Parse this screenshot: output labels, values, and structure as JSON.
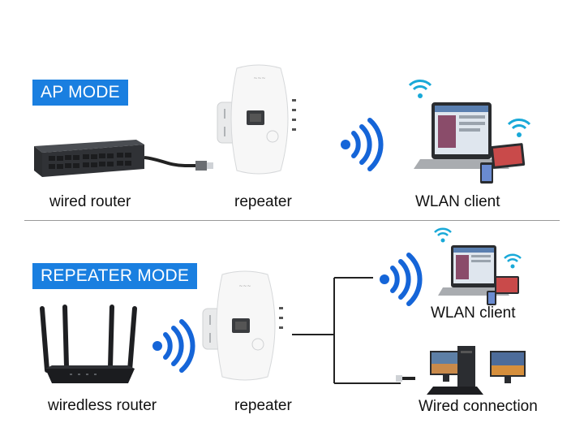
{
  "ap_mode": {
    "label": "AP MODE",
    "items": {
      "left": "wired router",
      "middle": "repeater",
      "right": "WLAN client"
    }
  },
  "repeater_mode": {
    "label": "REPEATER MODE",
    "items": {
      "left": "wiredless router",
      "middle": "repeater",
      "right_top": "WLAN client",
      "right_bottom": "Wired connection"
    }
  },
  "colors": {
    "accent_blue": "#1a7fe0",
    "wifi_blue": "#1565d8",
    "wifi_teal": "#19a9d8"
  }
}
